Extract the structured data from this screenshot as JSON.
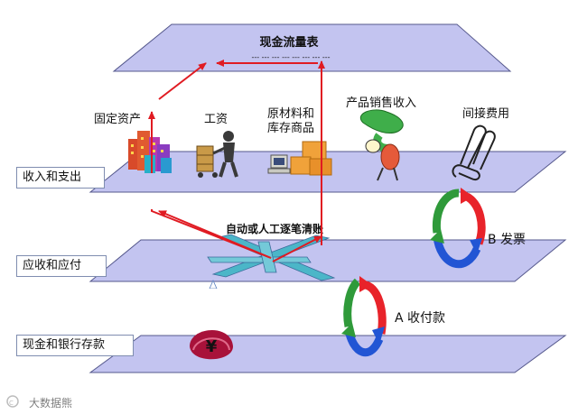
{
  "top_plane": {
    "title": "现金流量表",
    "dashes": "--- --- --- --- --- --- --- ---"
  },
  "layers": [
    {
      "label": "收入和支出"
    },
    {
      "label": "应收和应付"
    },
    {
      "label": "现金和银行存款"
    }
  ],
  "items": [
    {
      "label": "固定资产",
      "icon": "buildings-icon"
    },
    {
      "label": "工资",
      "icon": "worker-cart-icon"
    },
    {
      "label": "原材料和",
      "label2": "库存商品",
      "icon": "computer-boxes-icon"
    },
    {
      "label": "产品销售收入",
      "icon": "person-dollar-icon"
    },
    {
      "label": "间接费用",
      "icon": "paperclips-icon"
    }
  ],
  "center_label": "自动或人工逐笔清账",
  "cycles": [
    {
      "label": "A  收付款"
    },
    {
      "label": "B  发票"
    }
  ],
  "currency_symbol": "¥",
  "watermark": "大数据熊",
  "colors": {
    "plane": "#c3c4f0",
    "plane_edge": "#55588c",
    "arrow": "#e01b22",
    "cross": "#4bb6c8",
    "cycle_red": "#e8232a",
    "cycle_green": "#2f9a3a",
    "cycle_blue": "#2255d4"
  }
}
